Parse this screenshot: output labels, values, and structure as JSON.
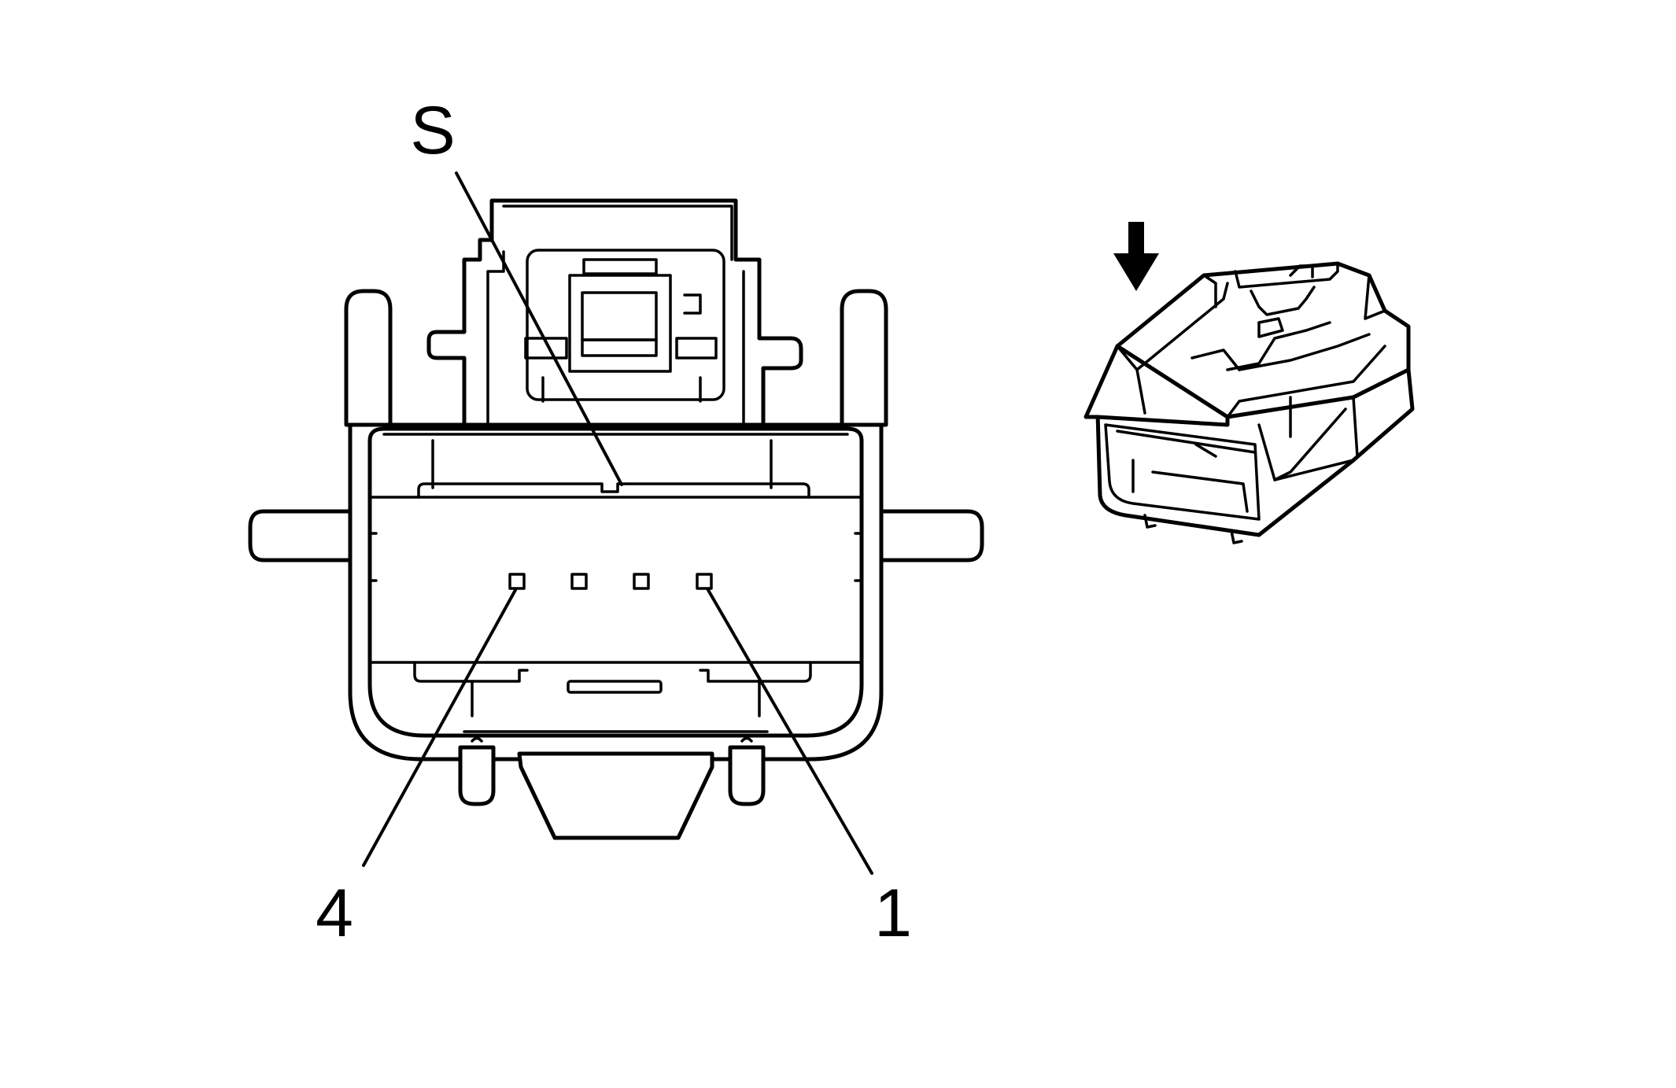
{
  "callouts": {
    "shield": "S",
    "pin_left": "4",
    "pin_right": "1"
  },
  "terminal_count": 4,
  "colors": {
    "line": "#000000",
    "background": "#ffffff"
  },
  "icons": {
    "arrow": "arrow-down-icon",
    "connector_iso": "connector-isometric-icon"
  }
}
